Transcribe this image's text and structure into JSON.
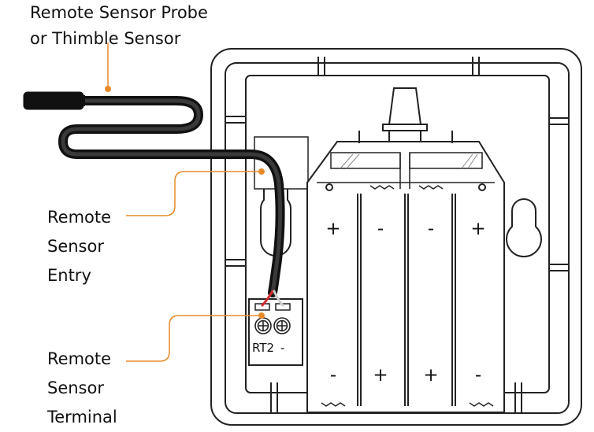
{
  "labels": {
    "probe_line1": "Remote Sensor Probe",
    "probe_line2": "or Thimble Sensor",
    "entry_line1": "Remote",
    "entry_line2": "Sensor",
    "entry_line3": "Entry",
    "terminal_line1": "Remote",
    "terminal_line2": "Sensor",
    "terminal_line3": "Terminal"
  },
  "terminal": {
    "name": "RT2",
    "minus": "-"
  },
  "battery_signs": {
    "top": [
      "+",
      "-",
      "-",
      "+"
    ],
    "bottom": [
      "-",
      "+",
      "+",
      "-"
    ]
  },
  "colors": {
    "leader": "#e88a2a",
    "cable": "#111111",
    "outline": "#222222",
    "red_wire": "#d42a2a",
    "white_wire": "#cfcfcf"
  }
}
